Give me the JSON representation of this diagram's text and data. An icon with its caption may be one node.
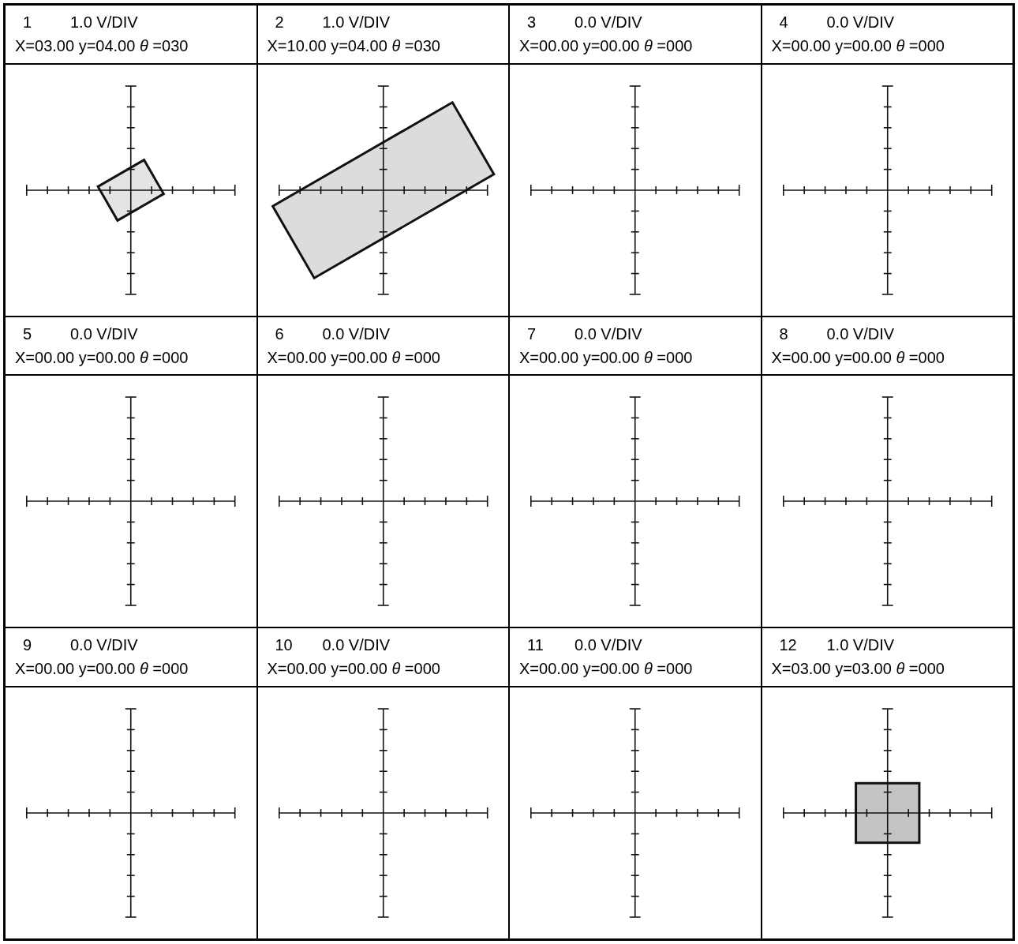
{
  "diagram": {
    "nodes": [
      {
        "text": [
          "1",
          "1.0 V/DIV",
          "X=03.00 y=04.00 *θ* =030"
        ]
      },
      {
        "text": [
          "2",
          "1.0 V/DIV",
          "X=10.00 y=04.00 *θ* =030"
        ]
      },
      {
        "text": [
          "3",
          "0.0 V/DIV",
          "X=00.00 y=00.00 *θ* =000"
        ]
      },
      {
        "text": [
          "4",
          "0.0 V/DIV",
          "X=00.00 y=00.00 *θ* =000"
        ]
      },
      {
        "text": [
          "5",
          "0.0 V/DIV",
          "X=00.00 y=00.00 *θ* =000"
        ]
      },
      {
        "text": [
          "6",
          "0.0 V/DIV",
          "X=00.00 y=00.00 *θ* =000"
        ]
      },
      {
        "text": [
          "7",
          "0.0 V/DIV",
          "X=00.00 y=00.00 *θ* =000"
        ]
      },
      {
        "text": [
          "8",
          "0.0 V/DIV",
          "X=00.00 y=00.00 *θ* =000"
        ]
      },
      {
        "text": [
          "9",
          "0.0 V/DIV",
          "X=00.00 y=00.00 *θ* =000"
        ]
      },
      {
        "text": [
          "10",
          "0.0 V/DIV",
          "X=00.00 y=00.00 *θ* =000"
        ]
      },
      {
        "text": [
          "11",
          "0.0 V/DIV",
          "X=00.00 y=00.00 *θ* =000"
        ]
      },
      {
        "text": [
          "12",
          "1.0 V/DIV",
          "X=03.00 y=03.00 *θ* =000"
        ]
      }
    ]
  }
}
